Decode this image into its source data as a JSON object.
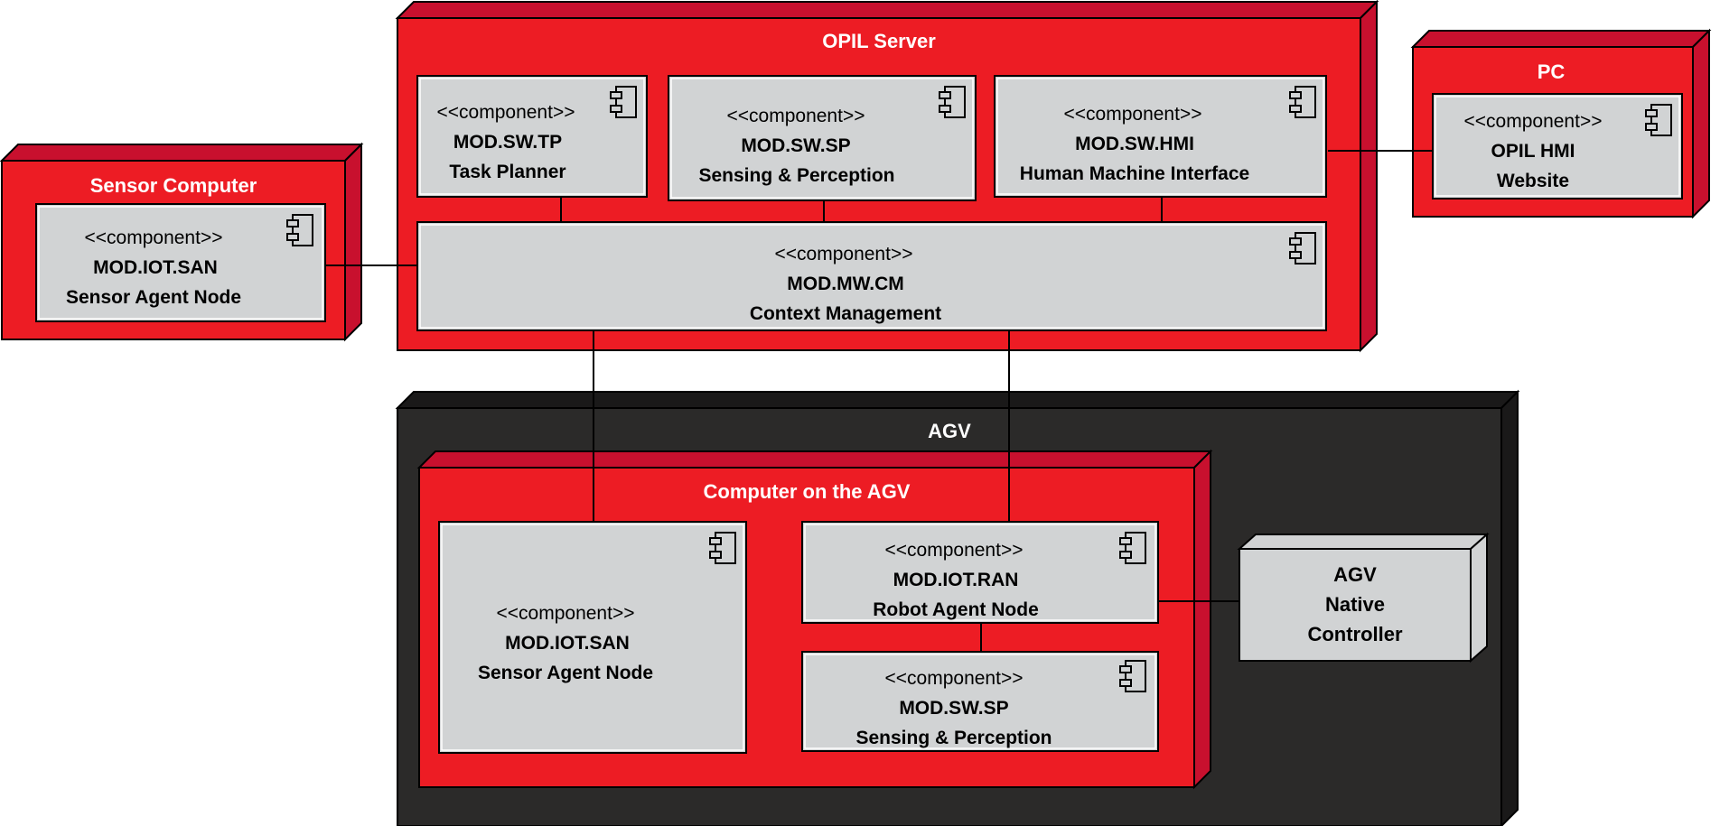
{
  "colors": {
    "node_red": "#ed1c24",
    "node_red_side": "#c8102e",
    "node_dark": "#2b2a29",
    "node_dark_side": "#1a1919",
    "component_fill": "#d1d3d4",
    "title_text": "#ffffff"
  },
  "nodes": {
    "opil_server": {
      "title": "OPIL Server"
    },
    "sensor_computer": {
      "title": "Sensor Computer"
    },
    "pc": {
      "title": "PC"
    },
    "agv": {
      "title": "AGV"
    },
    "agv_computer": {
      "title": "Computer on the AGV"
    },
    "agv_controller": {
      "lines": [
        "AGV",
        "Native",
        "Controller"
      ]
    }
  },
  "components": {
    "tp": {
      "stereotype": "<<component>>",
      "lines": [
        "MOD.SW.TP",
        "Task Planner"
      ]
    },
    "sp": {
      "stereotype": "<<component>>",
      "lines": [
        "MOD.SW.SP",
        "Sensing & Perception"
      ]
    },
    "hmi": {
      "stereotype": "<<component>>",
      "lines": [
        "MOD.SW.HMI",
        "Human Machine Interface"
      ]
    },
    "cm": {
      "stereotype": "<<component>>",
      "lines": [
        "MOD.MW.CM",
        "Context Management"
      ]
    },
    "san_sensor": {
      "stereotype": "<<component>>",
      "lines": [
        "MOD.IOT.SAN",
        "Sensor Agent Node"
      ]
    },
    "pc_hmi": {
      "stereotype": "<<component>>",
      "lines": [
        "OPIL HMI",
        "Website"
      ]
    },
    "agv_san": {
      "stereotype": "<<component>>",
      "lines": [
        "MOD.IOT.SAN",
        "Sensor Agent Node"
      ]
    },
    "ran": {
      "stereotype": "<<component>>",
      "lines": [
        "MOD.IOT.RAN",
        "Robot Agent Node"
      ]
    },
    "agv_sp": {
      "stereotype": "<<component>>",
      "lines": [
        "MOD.SW.SP",
        "Sensing & Perception"
      ]
    }
  },
  "icons": {
    "component": "uml-component-icon"
  }
}
